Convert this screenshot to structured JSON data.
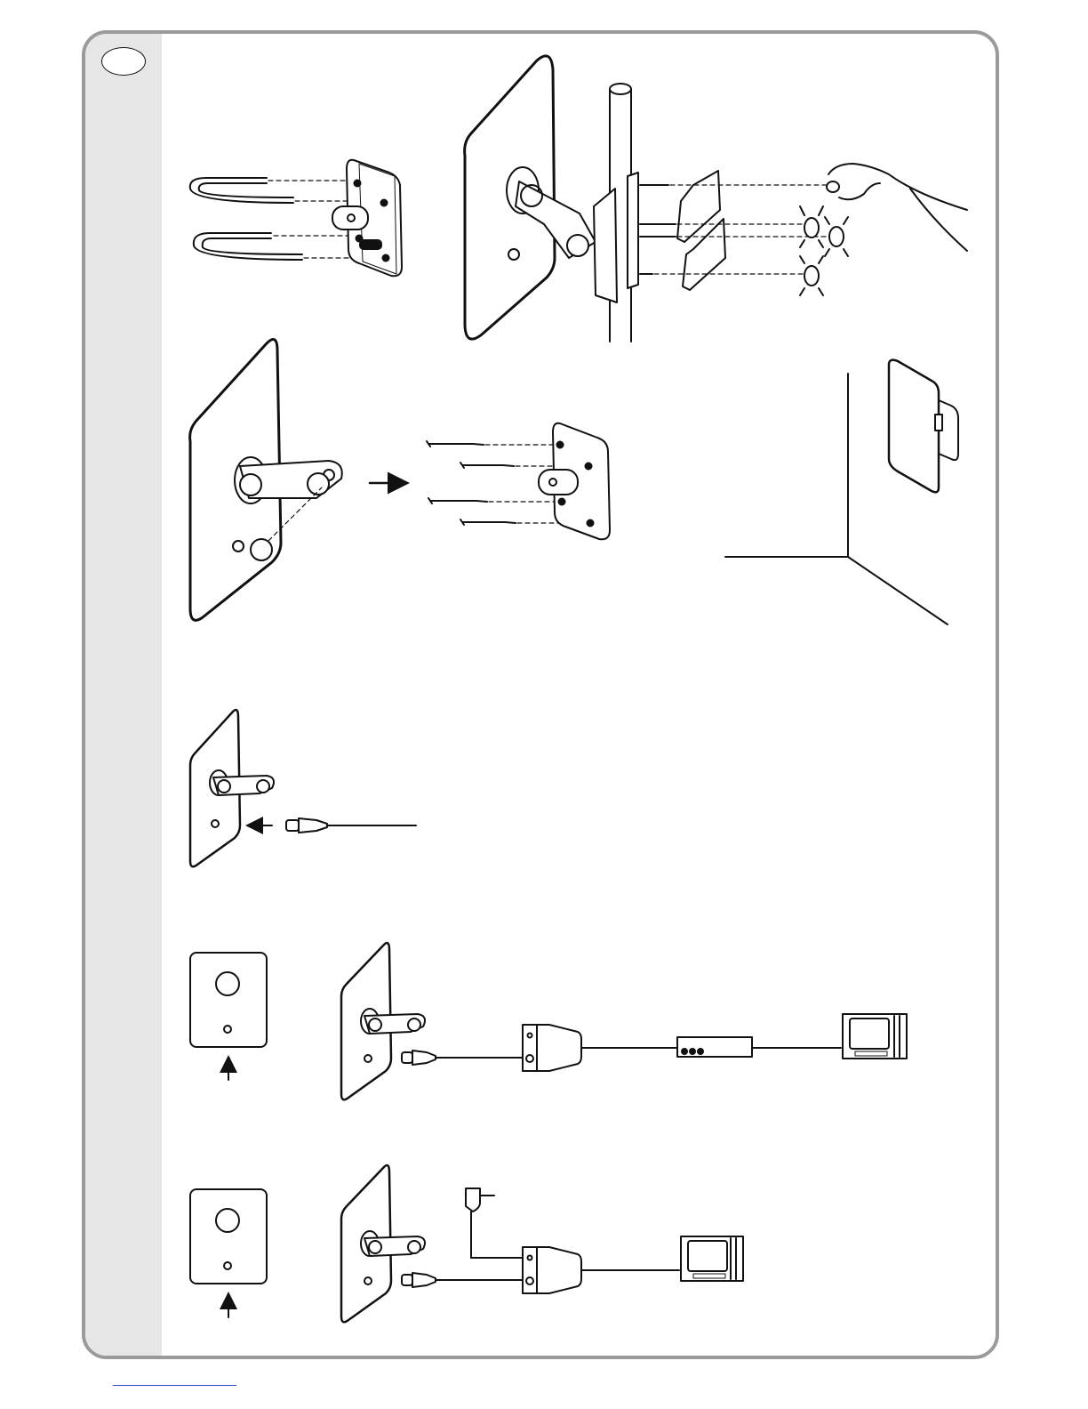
{
  "page": {
    "language_badge": "",
    "footer_link_text": ""
  },
  "figures": [
    {
      "id": "u-bolt-bracket",
      "icon": "u-bolt-mounting-bracket-icon"
    },
    {
      "id": "mast-mount",
      "icon": "mast-mounting-assembly-icon"
    },
    {
      "id": "screw-wall-bracket",
      "icon": "wall-bracket-screws-icon"
    },
    {
      "id": "wall-installed",
      "icon": "wall-installed-antenna-icon"
    },
    {
      "id": "connect-cable",
      "icon": "connect-coax-cable-icon"
    },
    {
      "id": "setup-with-receiver",
      "icon": "antenna-amplifier-receiver-tv-icon"
    },
    {
      "id": "setup-direct-tv",
      "icon": "antenna-amplifier-power-tv-icon"
    }
  ]
}
